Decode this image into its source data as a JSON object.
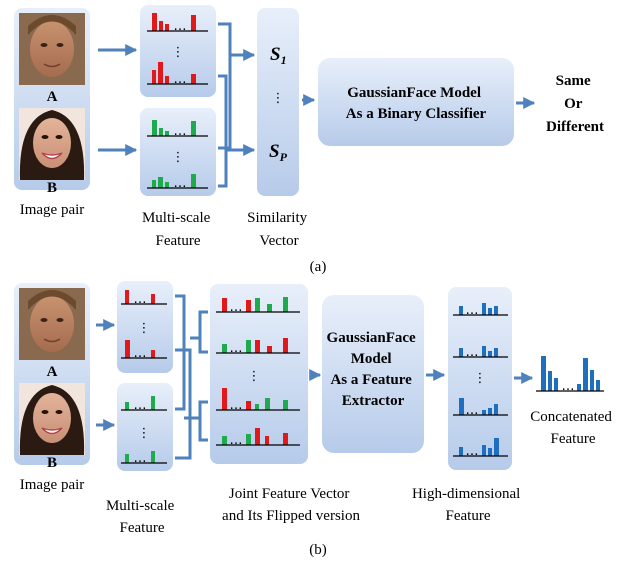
{
  "colors": {
    "panel_top": "#e8effa",
    "panel_bottom": "#b6cbea",
    "arrow": "#4f81bd",
    "red_bar": "#e01a1a",
    "green_bar": "#1faa4e",
    "blue_bar": "#1f6fc0",
    "skin": "#c99a7e",
    "hair_a": "#6b4a2e",
    "hair_b": "#2a1a12"
  },
  "panel_a": {
    "caption": "(a)",
    "face_a_label": "A",
    "face_b_label": "B",
    "image_pair_label": "Image pair",
    "multiscale_label": [
      "Multi-scale",
      "Feature"
    ],
    "similarity_label": [
      "Similarity",
      "Vector"
    ],
    "s1": "S",
    "s1_sub": "1",
    "sp": "S",
    "sp_sub": "P",
    "vdots": "⋮",
    "classifier_label": [
      "GaussianFace Model",
      "As a Binary Classifier"
    ],
    "output_label": [
      "Same",
      "Or",
      "Different"
    ]
  },
  "panel_b": {
    "caption": "(b)",
    "face_a_label": "A",
    "face_b_label": "B",
    "image_pair_label": "Image pair",
    "multiscale_label": [
      "Multi-scale",
      "Feature"
    ],
    "joint_label": [
      "Joint Feature Vector",
      "and Its Flipped version"
    ],
    "extractor_label": [
      "GaussianFace",
      "Model",
      "As a Feature",
      "Extractor"
    ],
    "highdim_label": [
      "High-dimensional",
      "Feature"
    ],
    "concat_label": [
      "Concatenated",
      "Feature"
    ],
    "vdots": "⋮"
  },
  "icons": {
    "face_a": "male-face-icon",
    "face_b": "female-face-icon",
    "hist_red": "red-histogram-icon",
    "hist_green": "green-histogram-icon",
    "hist_blue": "blue-histogram-icon"
  }
}
